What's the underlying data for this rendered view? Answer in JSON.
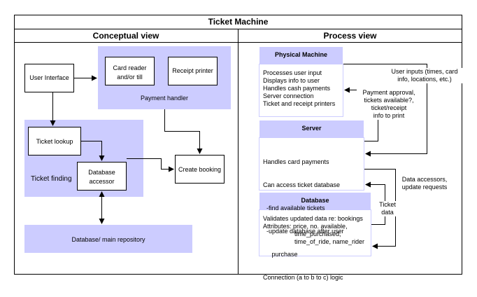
{
  "title": "Ticket Machine",
  "conceptual": {
    "header": "Conceptual view",
    "user_interface": "User Interface",
    "card_reader": [
      "Card reader",
      "and/or till"
    ],
    "receipt_printer": "Receipt printer",
    "payment_handler": "Payment handler",
    "ticket_lookup": "Ticket lookup",
    "ticket_finding": "Ticket finding",
    "database_accessor": [
      "Database",
      "accessor"
    ],
    "create_booking": "Create booking",
    "database_repo": "Database/ main repository"
  },
  "process": {
    "header": "Process view",
    "physical_machine": {
      "title": "Physical Machine",
      "lines": [
        "Processes user input",
        "Displays info to user",
        "Handles cash payments",
        "Server connection",
        "Ticket and receipt printers"
      ]
    },
    "server": {
      "title": "Server",
      "lines": [
        "Handles card payments",
        "Can access ticket database",
        "  -find available tickets",
        "  -update database after user",
        "     purchase",
        "Connection (a to b to c) logic"
      ]
    },
    "database": {
      "title": "Database",
      "lines": [
        "Validates updated data re: bookings",
        "Attributes: price, no. available,",
        "                  time_purchased,",
        "                  time_of_ride, name_rider"
      ]
    },
    "label_user_inputs": [
      "User inputs (times, card",
      "info, locations, etc.)"
    ],
    "label_payment_approval": [
      "Payment approval,",
      "tickets available?,",
      "ticket/receipt",
      "info to print"
    ],
    "label_data_accessors": [
      "Data accessors,",
      "update requests"
    ],
    "label_ticket_data": [
      "Ticket",
      "data"
    ]
  },
  "colors": {
    "lavender": "#ccccff",
    "border": "#000000",
    "arrow": "#000000"
  }
}
